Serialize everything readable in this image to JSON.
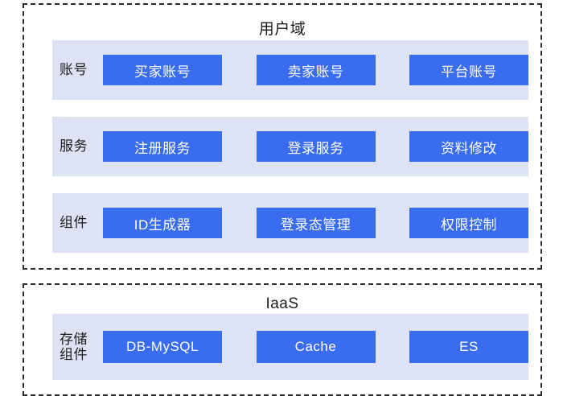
{
  "diagram": {
    "title_colors": {
      "node_blue": "#3a6cf0",
      "band_lavender": "#dde2f5",
      "border_dash": "#2b2b2b",
      "page_background": "#ffffff"
    },
    "domains": [
      {
        "id": "user-domain",
        "title": "用户域",
        "layers": [
          {
            "id": "account",
            "label": "账号",
            "nodes": [
              "买家账号",
              "卖家账号",
              "平台账号"
            ]
          },
          {
            "id": "service",
            "label": "服务",
            "nodes": [
              "注册服务",
              "登录服务",
              "资料修改"
            ]
          },
          {
            "id": "component",
            "label": "组件",
            "nodes": [
              "ID生成器",
              "登录态管理",
              "权限控制"
            ]
          }
        ]
      },
      {
        "id": "iaas-domain",
        "title": "IaaS",
        "layers": [
          {
            "id": "storage",
            "label": "存储\n组件",
            "nodes": [
              "DB-MySQL",
              "Cache",
              "ES"
            ]
          }
        ]
      }
    ]
  }
}
